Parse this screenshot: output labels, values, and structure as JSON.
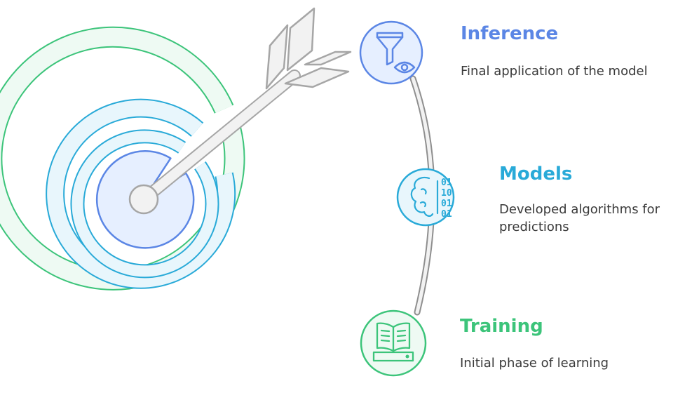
{
  "stages": [
    {
      "title": "Inference",
      "description": "Final application of the model",
      "color": "#5b86e5",
      "icon": "funnel-eye-icon"
    },
    {
      "title": "Models",
      "description": "Developed algorithms for predictions",
      "color": "#29aad8",
      "icon": "brain-binary-icon"
    },
    {
      "title": "Training",
      "description": "Initial phase of learning",
      "color": "#3cc47a",
      "icon": "open-book-icon"
    }
  ],
  "icon_binary": [
    "01",
    "10",
    "01",
    "01"
  ],
  "colors": {
    "ring_green": "#3cc47a",
    "ring_cyan": "#29aad8",
    "ring_blue": "#5b86e5",
    "arrow": "#a6a6a6",
    "arrow_fill": "#f2f2f2",
    "connector": "#8f8f8f"
  }
}
